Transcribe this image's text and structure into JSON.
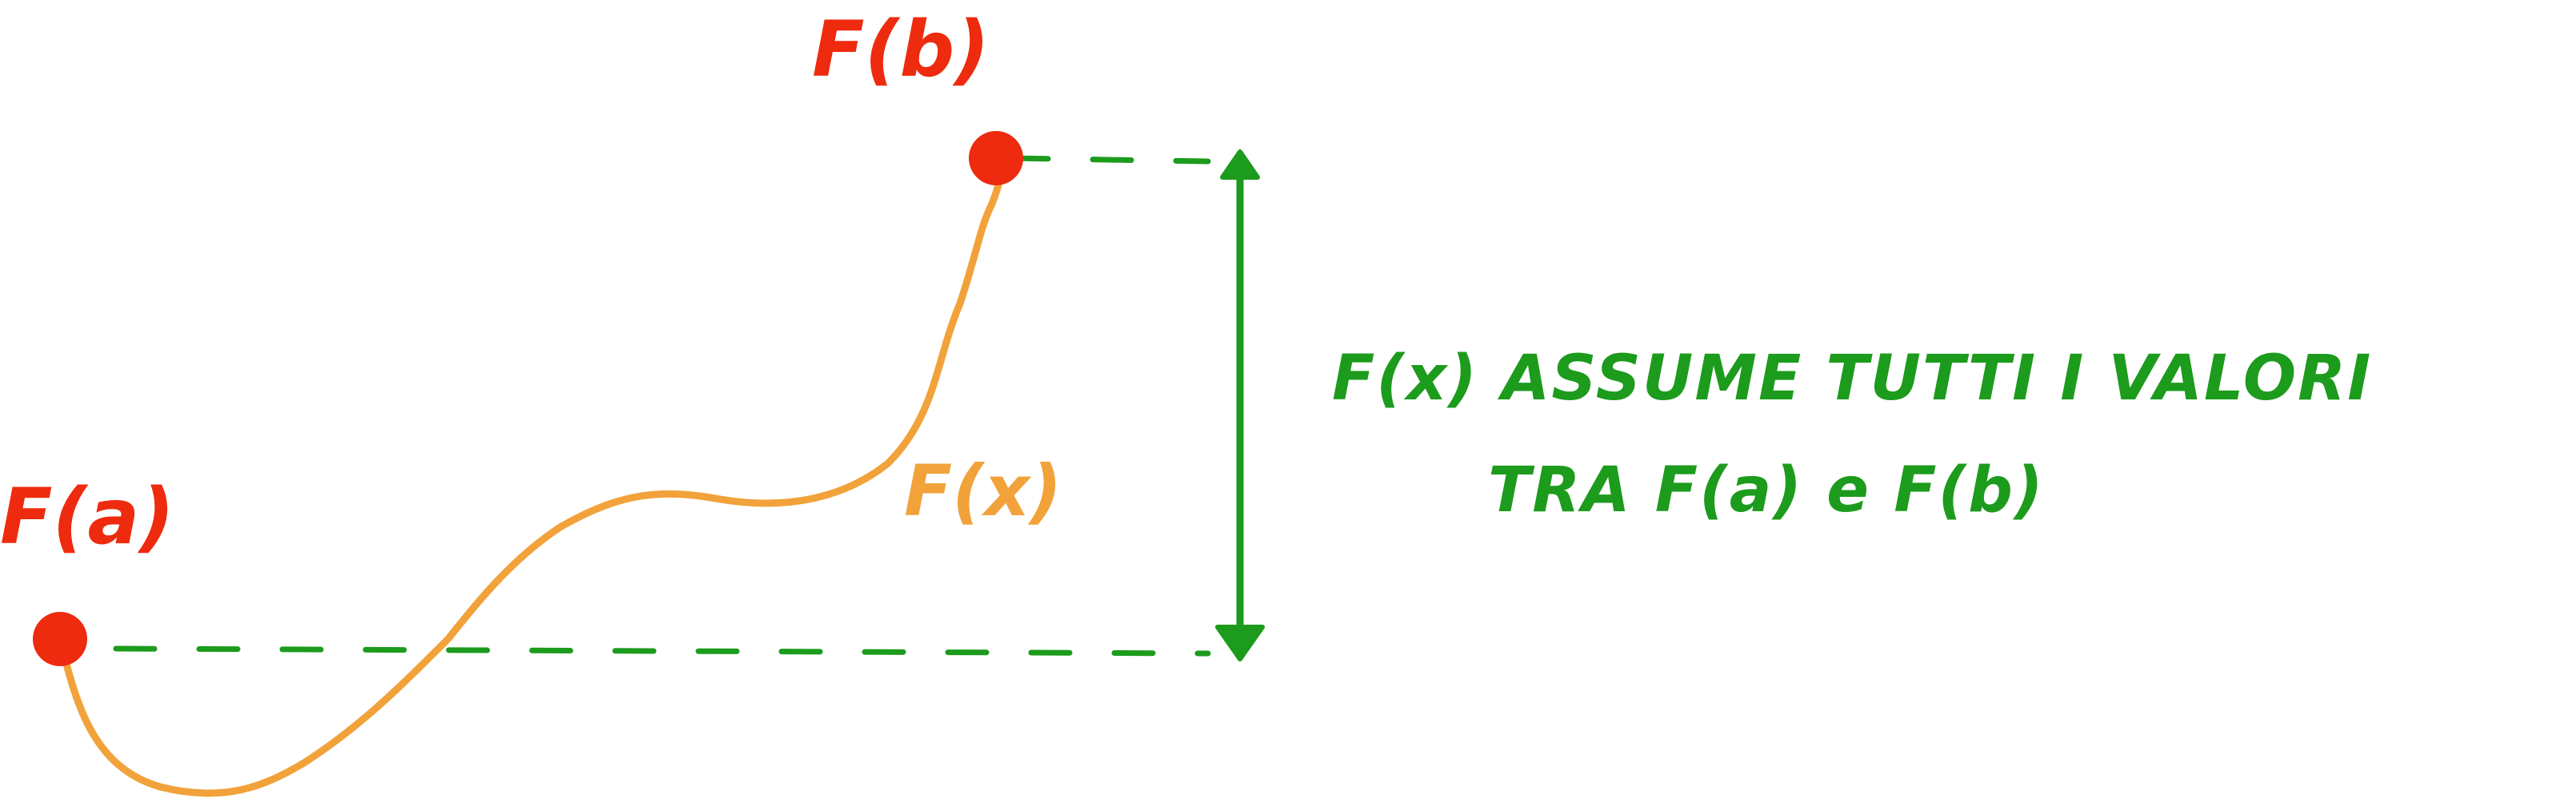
{
  "colors": {
    "red": "#ee2b0e",
    "orange": "#f2a23a",
    "green": "#1c9b1c"
  },
  "labels": {
    "f_b": "F(b)",
    "f_a": "F(a)",
    "f_x": "F(x)",
    "statement_line1": "F(x) ASSUME TUTTI I VALORI",
    "statement_line2": "TRA F(a) e F(b)"
  }
}
